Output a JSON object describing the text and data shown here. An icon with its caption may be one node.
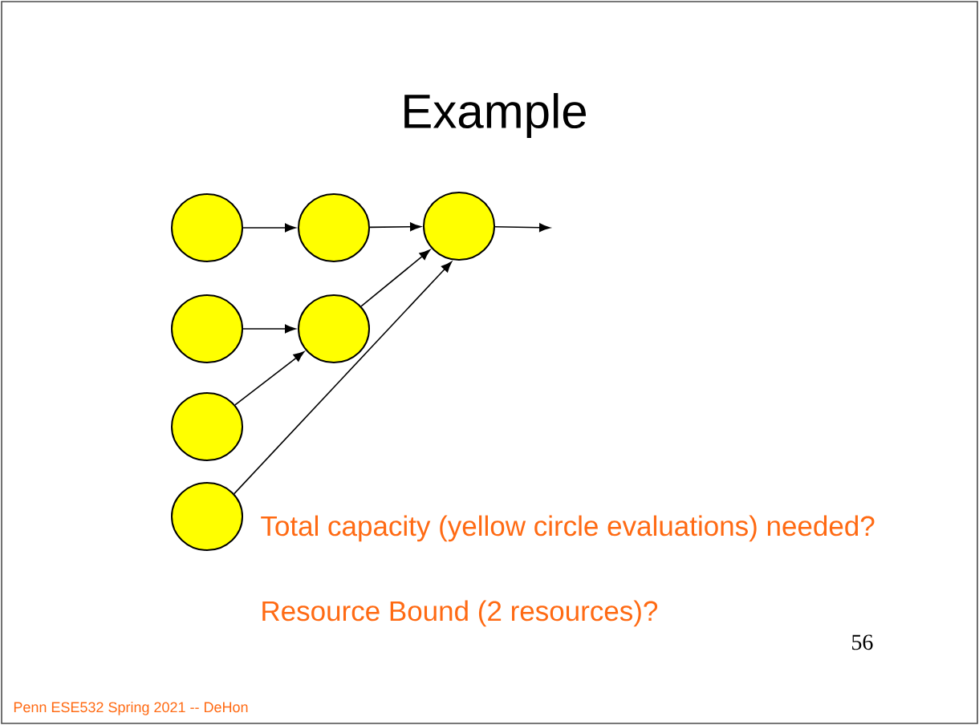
{
  "diagram": {
    "title": "Example",
    "nodes": [
      {
        "text": [],
        "shape": "circle"
      },
      {
        "text": [],
        "shape": "circle"
      },
      {
        "text": [],
        "shape": "circle"
      },
      {
        "text": [],
        "shape": "circle"
      },
      {
        "text": [],
        "shape": "circle"
      },
      {
        "text": [],
        "shape": "circle"
      },
      {
        "text": [],
        "shape": "circle"
      }
    ],
    "edges": [
      {
        "from": 0,
        "to": 1,
        "arrow": "to"
      },
      {
        "from": 1,
        "to": 2,
        "arrow": "to"
      },
      {
        "from": 2,
        "to": null,
        "arrow": "to"
      },
      {
        "from": 3,
        "to": 4,
        "arrow": "to"
      },
      {
        "from": 5,
        "to": 4,
        "arrow": "to"
      },
      {
        "from": 4,
        "to": 2,
        "arrow": "to"
      },
      {
        "from": 6,
        "to": 2,
        "arrow": "to"
      }
    ],
    "labels": [
      "Total capacity (yellow circle evaluations) needed?",
      "Resource Bound (2 resources)?",
      "56",
      "Penn ESE532 Spring 2021 -- DeHon"
    ]
  }
}
